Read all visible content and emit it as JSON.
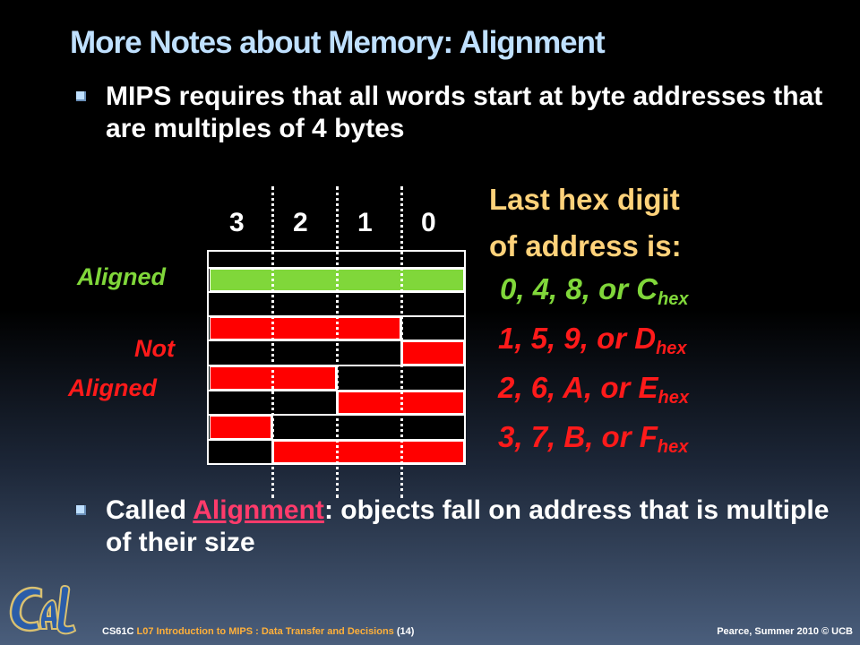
{
  "slide": {
    "title": "More Notes about Memory: Alignment",
    "bullet1": "MIPS requires that all words start at byte addresses that are multiples of 4 bytes",
    "bullet2_pre": "Called ",
    "bullet2_link": "Alignment",
    "bullet2_post": ": objects fall on address that is multiple of  their size"
  },
  "diagram": {
    "byte_labels": [
      "3",
      "2",
      "1",
      "0"
    ],
    "label_aligned": "Aligned",
    "label_not": "Not",
    "label_not_aligned": "Aligned"
  },
  "hex_panel": {
    "heading_line1": "Last hex digit",
    "heading_line2": "of address is:",
    "rows": [
      {
        "text": "0, 4, 8, or C",
        "sub": "hex"
      },
      {
        "text": "1, 5, 9, or D",
        "sub": "hex"
      },
      {
        "text": "2, 6, A, or E",
        "sub": "hex"
      },
      {
        "text": "3, 7, B, or F",
        "sub": "hex"
      }
    ]
  },
  "footer": {
    "course": "CS61C",
    "lecture": "L07 Introduction to MIPS : Data Transfer and Decisions",
    "page": "(14)",
    "credit": "Pearce, Summer 2010 © UCB"
  },
  "colors": {
    "title": "#bfe0ff",
    "aligned": "#80d73a",
    "misaligned": "#ff0000",
    "heading": "#ffd27a",
    "link": "#ff3b6b"
  }
}
